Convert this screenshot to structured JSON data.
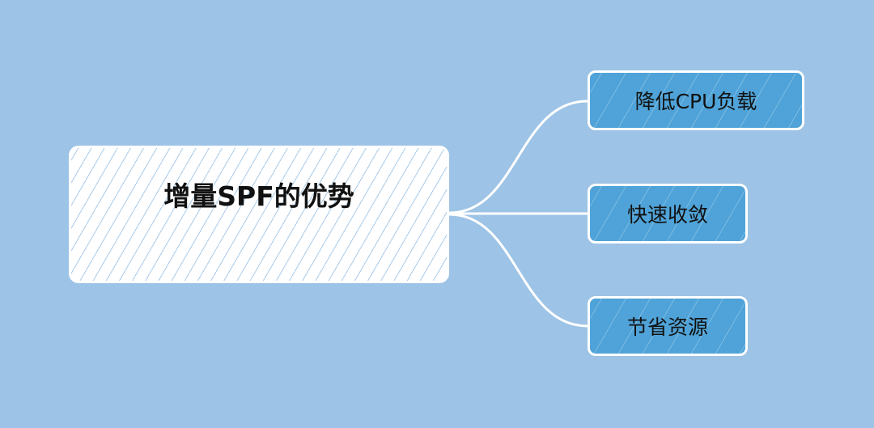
{
  "root": {
    "label": "增量SPF的优势"
  },
  "children": [
    {
      "label": "降低CPU负载"
    },
    {
      "label": "快速收敛"
    },
    {
      "label": "节省资源"
    }
  ],
  "colors": {
    "background": "#9dc3e6",
    "child_fill": "#4fa3d8",
    "root_fill": "#ffffff",
    "stroke": "#ffffff"
  }
}
